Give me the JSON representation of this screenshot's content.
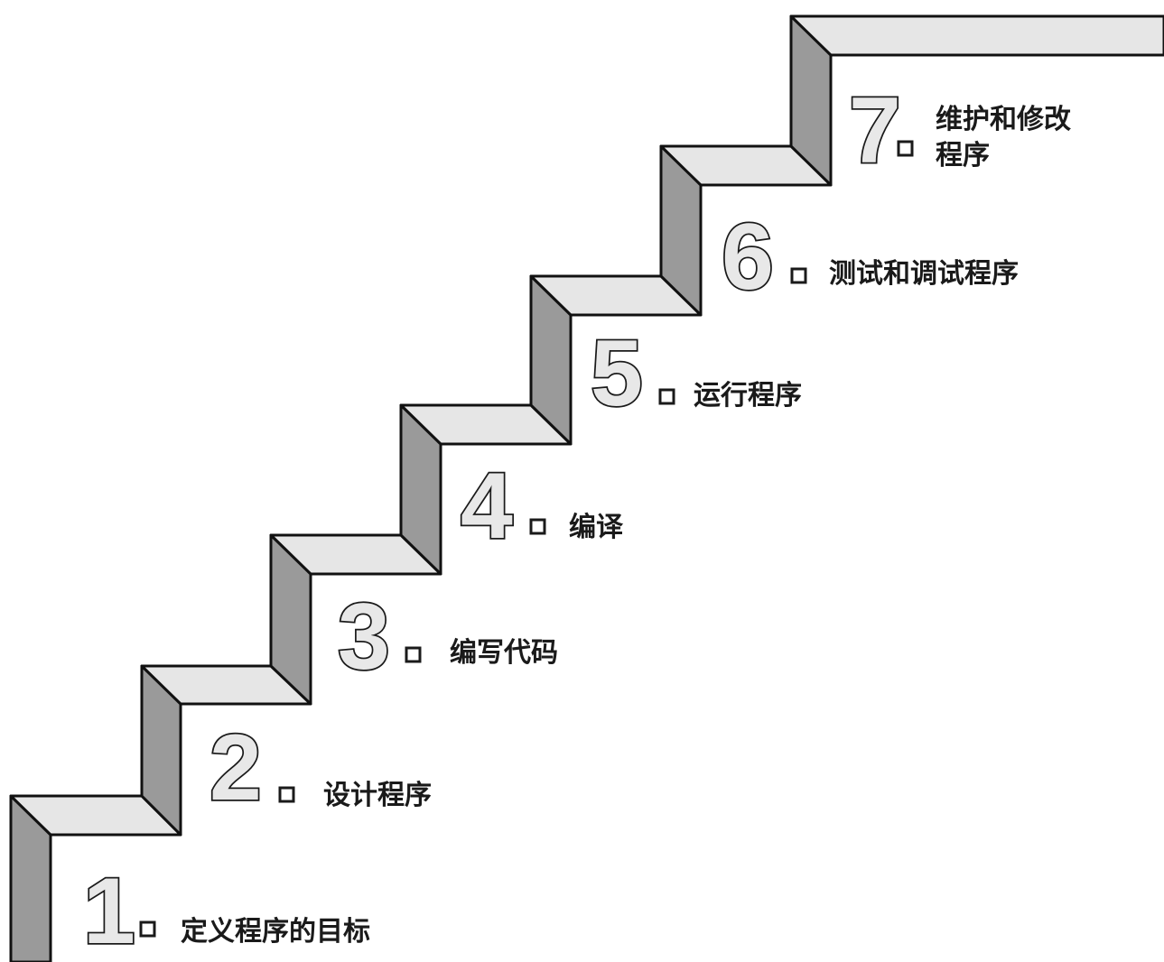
{
  "steps": [
    {
      "number": "1",
      "label": "定义程序的目标"
    },
    {
      "number": "2",
      "label": "设计程序"
    },
    {
      "number": "3",
      "label": "编写代码"
    },
    {
      "number": "4",
      "label": "编译"
    },
    {
      "number": "5",
      "label": "运行程序"
    },
    {
      "number": "6",
      "label": "测试和调试程序"
    },
    {
      "number": "7",
      "label_line1": "维护和修改",
      "label_line2": "程序"
    }
  ],
  "colors": {
    "tread": "#e6e6e6",
    "riser": "#9a9a9a",
    "outline": "#111111",
    "background": "#ffffff"
  }
}
